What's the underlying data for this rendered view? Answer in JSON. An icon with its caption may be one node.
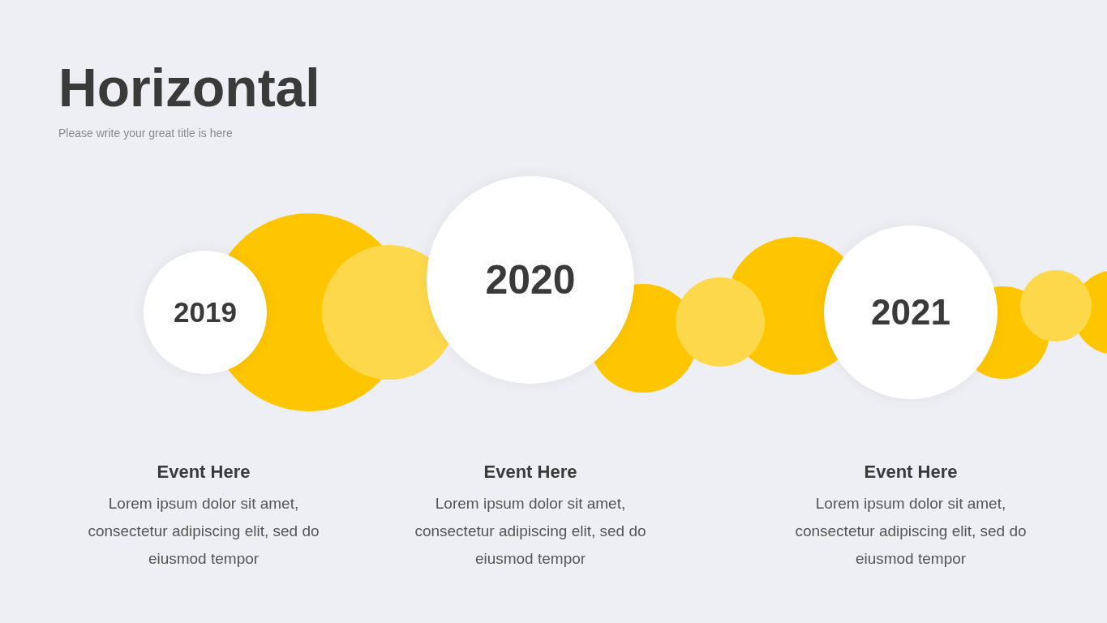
{
  "diagram": {
    "title": "Horizontal",
    "nodes": [
      {
        "text": [
          "2019"
        ]
      },
      {
        "text": [],
        "shape": "circle"
      },
      {
        "text": [],
        "shape": "circle"
      },
      {
        "text": [
          "2020"
        ]
      },
      {
        "text": [],
        "shape": "circle"
      },
      {
        "text": [],
        "shape": "circle"
      },
      {
        "text": [],
        "shape": "circle"
      },
      {
        "text": [
          "2021"
        ]
      },
      {
        "text": [],
        "shape": "circle"
      },
      {
        "text": [],
        "shape": "circle"
      },
      {
        "text": [],
        "shape": "circle"
      }
    ],
    "edges": [],
    "labels": [
      "Please write your great title is here",
      "Event Here",
      "Lorem ipsum dolor sit amet, consectetur adipiscing elit, sed do eiusmod tempor",
      "Event Here",
      "Lorem ipsum dolor sit amet, consectetur adipiscing elit, sed do eiusmod tempor",
      "Event Here",
      "Lorem ipsum dolor sit amet, consectetur adipiscing elit, sed do eiusmod tempor"
    ]
  }
}
